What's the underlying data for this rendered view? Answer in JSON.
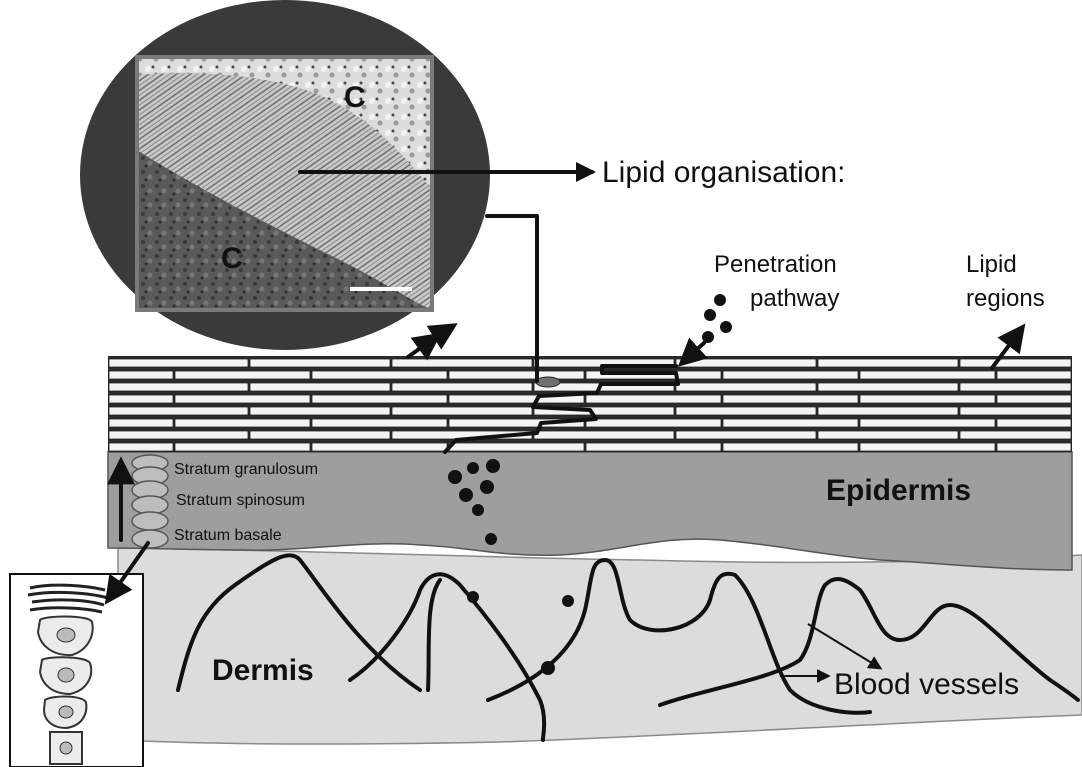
{
  "labels": {
    "lipid_organisation": "Lipid organisation:",
    "penetration_pathway_line1": "Penetration",
    "penetration_pathway_line2": "pathway",
    "lipid_regions_line1": "Lipid",
    "lipid_regions_line2": "regions",
    "epidermis": "Epidermis",
    "dermis": "Dermis",
    "blood_vessels": "Blood vessels",
    "stratum_granulosum": "Stratum granulosum",
    "stratum_spinosum": "Stratum spinosum",
    "stratum_basale": "Stratum basale",
    "corneocyte_1": "C",
    "corneocyte_2": "C"
  },
  "colors": {
    "dermis_fill": "#dcdcdc",
    "epidermis_fill": "#9e9e9e",
    "stratum_corneum_fill": "#2b2b2b",
    "corneocyte_fill": "#f4f4f4",
    "circle_fill": "#3a3a3a",
    "micrograph_fill": "#9a9a9a"
  }
}
